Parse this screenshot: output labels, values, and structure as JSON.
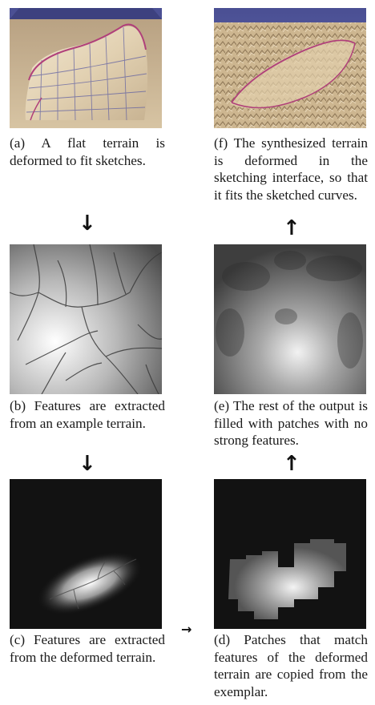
{
  "figure": {
    "panels": [
      {
        "id": "a",
        "caption": "(a) A flat terrain is deformed to fit sketches."
      },
      {
        "id": "b",
        "caption": "(b) Features are extracted from an example terrain."
      },
      {
        "id": "c",
        "caption": "(c) Features are extracted from the deformed terrain."
      },
      {
        "id": "d",
        "caption": "(d) Patches that match features of the deformed terrain are copied from the exemplar."
      },
      {
        "id": "e",
        "caption": "(e) The rest of the output is filled with patches with no strong features."
      },
      {
        "id": "f",
        "caption": "(f) The synthesized terrain is deformed in the sketching interface, so that it fits the sketched curves."
      }
    ],
    "arrows": {
      "a_to_b": "↓",
      "b_to_c": "↓",
      "c_to_d": "→",
      "d_to_e": "↑",
      "e_to_f": "↑"
    },
    "colors": {
      "sketch_curve": "#b0407a",
      "grid_line": "#5f5fa0",
      "terrain_base": "#d9c7a6",
      "dark_background": "#121212"
    }
  }
}
